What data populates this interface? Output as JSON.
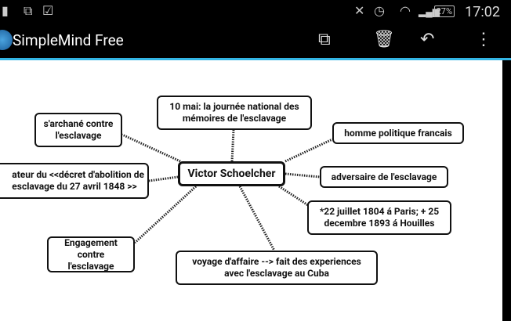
{
  "status": {
    "time": "17:02",
    "battery": "27%",
    "icons": [
      "usb-icon",
      "screenshot-icon",
      "clipboard-check-icon",
      "mute-icon",
      "alarm-icon",
      "wifi-icon",
      "signal-icon"
    ]
  },
  "appbar": {
    "title": "SimpleMind Free",
    "actions": [
      "copy-icon",
      "trash-icon",
      "undo-icon",
      "overflow-menu-icon"
    ]
  },
  "mindmap": {
    "center": "Victor Schoelcher",
    "nodes": {
      "top": [
        "10 mai: la journée national des",
        "mémoires de l'esclavage"
      ],
      "archane": [
        "s'archané contre",
        "l'esclavage"
      ],
      "decret": [
        "ateur du <<décret d'abolition de",
        "esclavage du 27 avril 1848 >>"
      ],
      "homme": [
        "homme politique francais"
      ],
      "adversaire": [
        "adversaire de l'esclavage"
      ],
      "dates": [
        "*22 juillet 1804 á Paris; + 25",
        "decembre 1893 á Houilles"
      ],
      "engagement": [
        "Engagement contre",
        "l'esclavage"
      ],
      "voyage": [
        "voyage d'affaire --> fait des experiences",
        "avec l'esclavage au Cuba"
      ]
    }
  }
}
